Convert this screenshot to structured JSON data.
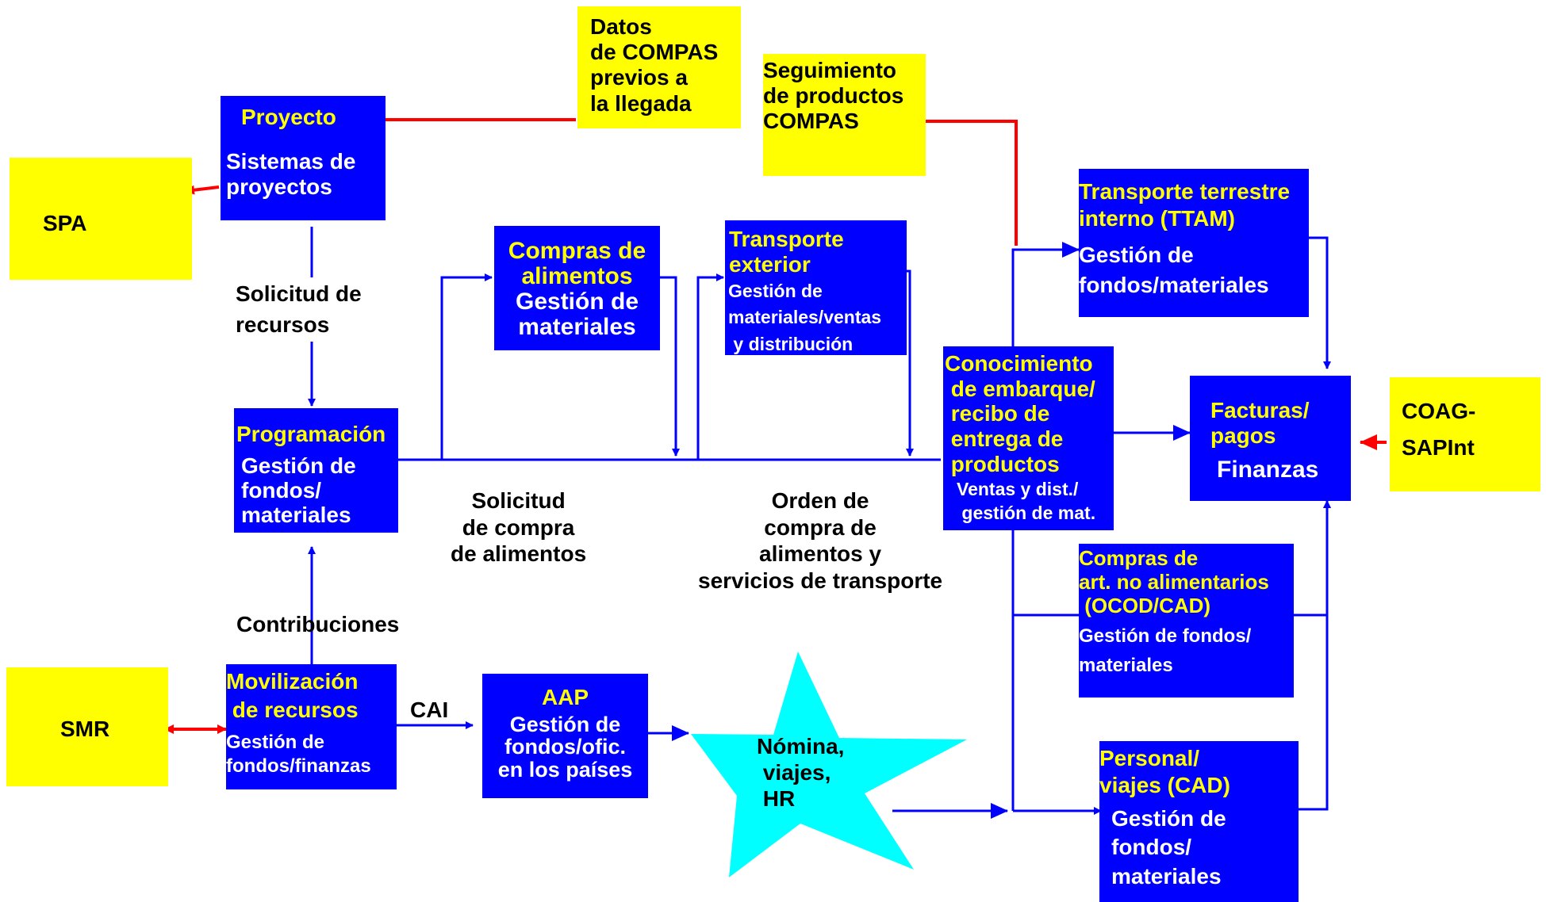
{
  "colors": {
    "box_blue": "#0000ff",
    "box_yellow": "#ffff00",
    "star_cyan": "#00ffff",
    "connector_blue": "#0000ff",
    "connector_red": "#ff0000",
    "heading_text": "#ffff00",
    "body_text": "#ffffff"
  },
  "nodes": {
    "datos_compas": "Datos\nde COMPAS\nprevios a\nla llegada",
    "seguimiento": "Seguimiento\nde productos\nCOMPAS",
    "spa": "SPA",
    "smr": "SMR",
    "coag": "COAG-\nSAPInt",
    "proyecto": {
      "title": "Proyecto",
      "body": "Sistemas de\nproyectos"
    },
    "programacion": {
      "title": "Programación",
      "body": "Gestión de\nfondos/\nmateriales"
    },
    "compras_alimentos": {
      "title": "Compras de\nalimentos",
      "body": "Gestión de\nmateriales"
    },
    "transporte_exterior": {
      "title": "Transporte\nexterior",
      "body": "Gestión de\nmateriales/ventas\n y distribución"
    },
    "conocimiento": {
      "title": "Conocimiento\n de embarque/\n recibo de\n entrega de\n productos",
      "body": "Ventas y dist./\n gestión de mat."
    },
    "ttam": {
      "title": "Transporte terrestre\ninterno (TTAM)",
      "body": "Gestión de\nfondos/materiales"
    },
    "facturas": {
      "title": "Facturas/\npagos",
      "body": "Finanzas"
    },
    "compras_no_alim": {
      "title": "Compras de\nart. no alimentarios\n (OCOD/CAD)",
      "body": "Gestión de fondos/\nmateriales"
    },
    "personal": {
      "title": "Personal/\nviajes (CAD)",
      "body": "Gestión de\nfondos/\nmateriales"
    },
    "movilizacion": {
      "title": "Movilización\n de recursos",
      "body": "Gestión de\nfondos/finanzas"
    },
    "aap": {
      "title": "AAP",
      "body": "Gestión de\nfondos/ofic.\nen los países"
    },
    "nomina": "Nómina,\n viajes,\n HR"
  },
  "labels": {
    "solicitud_recursos": "Solicitud de\nrecursos",
    "solicitud_compra": "Solicitud\nde compra\nde alimentos",
    "orden_compra": "Orden de\ncompra de\nalimentos y\nservicios de transporte",
    "contribuciones": "Contribuciones",
    "cai": "CAI"
  }
}
